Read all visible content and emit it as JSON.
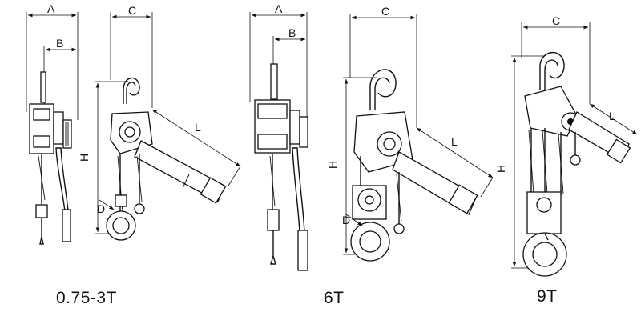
{
  "models": [
    {
      "caption": "0.75-3T",
      "labels": {
        "A": "A",
        "B": "B",
        "C": "C",
        "H": "H",
        "L": "L",
        "D": "D"
      }
    },
    {
      "caption": "6T",
      "labels": {
        "A": "A",
        "B": "B",
        "C": "C",
        "H": "H",
        "L": "L",
        "D": "D"
      }
    },
    {
      "caption": "9T",
      "labels": {
        "C": "C",
        "H": "H",
        "L": "L"
      }
    }
  ]
}
